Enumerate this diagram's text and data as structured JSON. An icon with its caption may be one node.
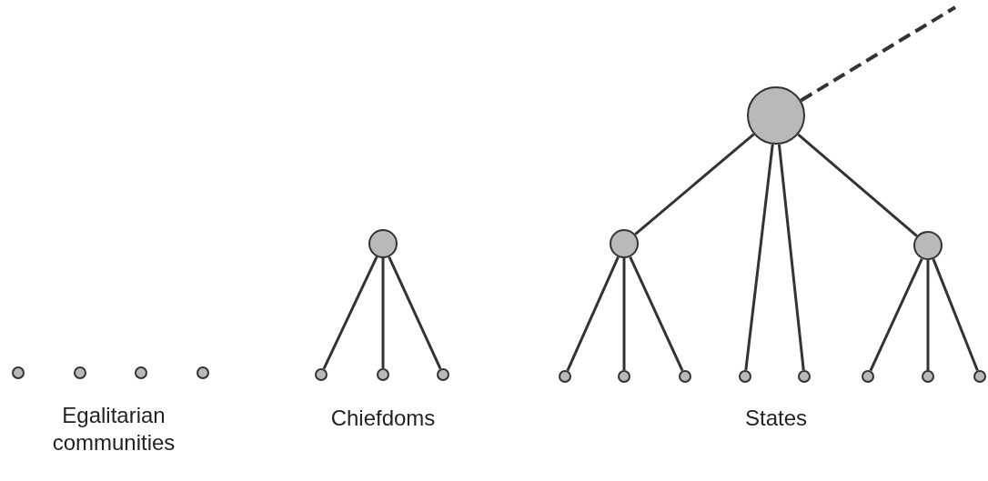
{
  "diagram": {
    "nodes": [
      {
        "text": [],
        "shape": "circle"
      },
      {
        "text": [],
        "shape": "circle"
      },
      {
        "text": [],
        "shape": "circle"
      },
      {
        "text": [],
        "shape": "circle"
      },
      {
        "text": [],
        "shape": "circle"
      },
      {
        "text": [],
        "shape": "circle"
      },
      {
        "text": [],
        "shape": "circle"
      },
      {
        "text": [],
        "shape": "circle"
      },
      {
        "text": [],
        "shape": "circle"
      },
      {
        "text": [],
        "shape": "circle"
      },
      {
        "text": [],
        "shape": "circle"
      },
      {
        "text": [],
        "shape": "circle"
      },
      {
        "text": [],
        "shape": "circle"
      },
      {
        "text": [],
        "shape": "circle"
      },
      {
        "text": [],
        "shape": "circle"
      },
      {
        "text": [],
        "shape": "circle"
      },
      {
        "text": [],
        "shape": "circle"
      },
      {
        "text": [],
        "shape": "circle"
      },
      {
        "text": [],
        "shape": "circle"
      }
    ],
    "edges": [
      {
        "from": 4,
        "to": 5,
        "arrow": "none"
      },
      {
        "from": 4,
        "to": 6,
        "arrow": "none"
      },
      {
        "from": 4,
        "to": 7,
        "arrow": "none"
      },
      {
        "from": 8,
        "to": null,
        "arrow": "none",
        "style": "dashed"
      },
      {
        "from": 8,
        "to": 9,
        "arrow": "none"
      },
      {
        "from": 8,
        "to": 14,
        "arrow": "none"
      },
      {
        "from": 8,
        "to": 15,
        "arrow": "none"
      },
      {
        "from": 8,
        "to": 10,
        "arrow": "none"
      },
      {
        "from": 9,
        "to": 11,
        "arrow": "none"
      },
      {
        "from": 9,
        "to": 12,
        "arrow": "none"
      },
      {
        "from": 9,
        "to": 13,
        "arrow": "none"
      },
      {
        "from": 10,
        "to": 16,
        "arrow": "none"
      },
      {
        "from": 10,
        "to": 17,
        "arrow": "none"
      },
      {
        "from": 10,
        "to": 18,
        "arrow": "none"
      }
    ],
    "labels": [
      "Egalitarian communities",
      "Chiefdoms",
      "States"
    ]
  }
}
